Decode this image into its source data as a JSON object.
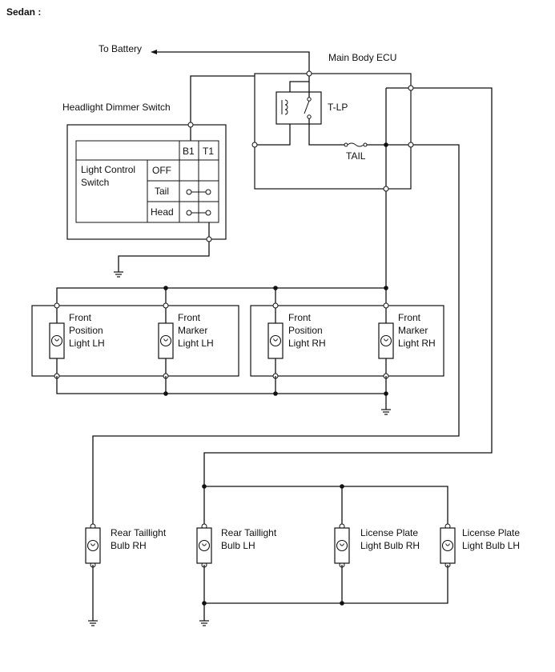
{
  "title": "Sedan :",
  "labels": {
    "battery": "To Battery",
    "ecu": "Main Body ECU",
    "dimmer": "Headlight Dimmer Switch",
    "relay": "T-LP",
    "fuse": "TAIL"
  },
  "switch_table": {
    "col_b1": "B1",
    "col_t1": "T1",
    "row_label_1": "Light Control",
    "row_label_2": "Switch",
    "row_off": "OFF",
    "row_tail": "Tail",
    "row_head": "Head"
  },
  "lights": {
    "front_pos_lh": [
      "Front",
      "Position",
      "Light LH"
    ],
    "front_mkr_lh": [
      "Front",
      "Marker",
      "Light LH"
    ],
    "front_pos_rh": [
      "Front",
      "Position",
      "Light RH"
    ],
    "front_mkr_rh": [
      "Front",
      "Marker",
      "Light RH"
    ],
    "rear_tail_rh": [
      "Rear Taillight",
      "Bulb RH"
    ],
    "rear_tail_lh": [
      "Rear Taillight",
      "Bulb LH"
    ],
    "license_rh": [
      "License Plate",
      "Light Bulb RH"
    ],
    "license_lh": [
      "License Plate",
      "Light Bulb LH"
    ]
  },
  "icons": {
    "bulb": "bulb-icon",
    "ground": "ground-icon",
    "fuse": "fuse-icon",
    "relay-coil": "relay-coil-icon",
    "switch-contact": "switch-contact-icon",
    "arrow": "arrow-left-icon"
  }
}
